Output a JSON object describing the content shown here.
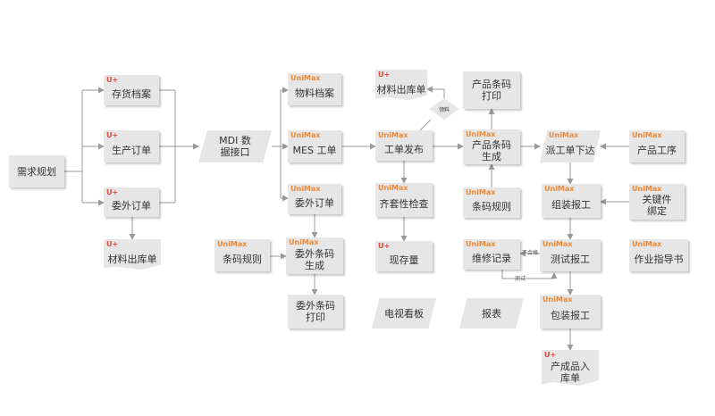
{
  "colors": {
    "node_fill": "#e6e6e6",
    "uplus_tag": "#d84a3a",
    "unimax_tag": "#e8893a",
    "edge": "#999999"
  },
  "tags": {
    "uplus": "U+",
    "unimax": "UniMax"
  },
  "nodes": {
    "demand_planning": "需求规划",
    "inventory_archive": "存货档案",
    "production_order": "生产订单",
    "outsourcing_order_left": "委外订单",
    "material_issue_left": "材料出库单",
    "mdi_interface": "MDI 数\n据接口",
    "material_archive": "物料档案",
    "mes_work_order": "MES 工单",
    "outsourcing_order_mid": "委外订单",
    "barcode_rule_left": "条码规则",
    "outsourcing_barcode_gen": "委外条码\n生成",
    "outsourcing_barcode_print": "委外条码\n打印",
    "material_issue_top": "材料出库单",
    "work_order_release": "工单发布",
    "kitting_check": "齐套性检查",
    "current_stock": "现存量",
    "tv_board": "电视看板",
    "product_barcode_print": "产品条码\n打印",
    "product_barcode_gen": "产品条码\n生成",
    "barcode_rule_right": "条码规则",
    "repair_record": "维修记录",
    "report": "报表",
    "dispatch_order_release": "派工单下达",
    "assembly_report": "组装报工",
    "test_report": "测试报工",
    "packing_report": "包装报工",
    "finished_goods_receipt": "产成品入\n库单",
    "product_process": "产品工序",
    "key_part_binding": "关键件\n绑定",
    "work_instruction": "作业指导书"
  },
  "decisions": {
    "kitting_decision": "领料"
  },
  "edge_labels": {
    "fail_label": "不合格",
    "test_label": "测试"
  }
}
